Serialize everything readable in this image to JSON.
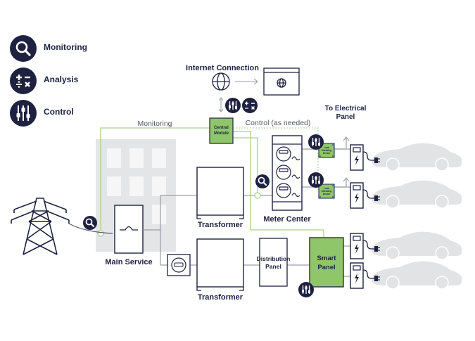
{
  "legend": {
    "items": [
      {
        "icon": "magnifier-icon",
        "label": "Monitoring"
      },
      {
        "icon": "math-operators-icon",
        "label": "Analysis"
      },
      {
        "icon": "sliders-icon",
        "label": "Control"
      }
    ]
  },
  "colors": {
    "navy": "#1e2140",
    "green_fill": "#8fc66a",
    "green_line": "#a8d08a",
    "grey_line": "#9a9ea6",
    "building": "#e4e5e6",
    "car": "#e2e3e4"
  },
  "nodes": {
    "internet": "Internet Connection",
    "central_module_line1": "Central",
    "central_module_line2": "Module",
    "to_panel_line1": "To Electrical",
    "to_panel_line2": "Panel",
    "monitoring_path": "Monitoring",
    "control_path": "Control (as needed)",
    "meter_center": "Meter Center",
    "transformer_top": "Transformer",
    "transformer_bottom": "Transformer",
    "main_service": "Main Service",
    "distribution_line1": "Distribution",
    "distribution_line2": "Panel",
    "smart_line1": "Smart",
    "smart_line2": "Panel",
    "lsd_line1": "Load",
    "lsd_line2": "Shedding",
    "lsd_line3": "Device"
  }
}
